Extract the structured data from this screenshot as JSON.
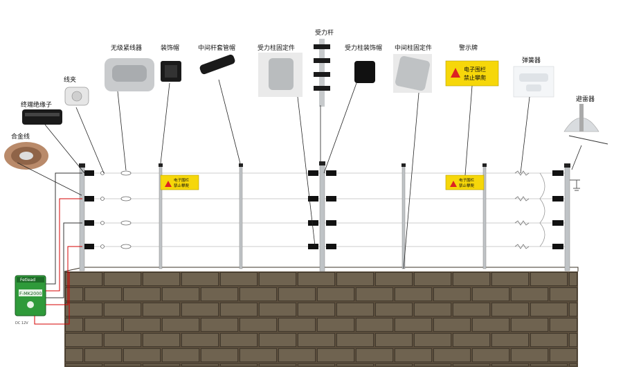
{
  "labels": {
    "alloy_wire": "合金线",
    "terminal_insulator": "终端绝缘子",
    "wire_clamp": "线夹",
    "tensioner": "无级紧线器",
    "decor_cap": "装饰帽",
    "mid_bushing": "中间杆套管帽",
    "bearing_fitting": "受力柱固定件",
    "bearing_pole": "受力杆",
    "bearing_cap": "受力柱装饰帽",
    "mid_fitting": "中间柱固定件",
    "warning_sign": "警示牌",
    "spring": "弹簧器",
    "lightning": "避雷器"
  },
  "sign": {
    "line1": "电子围栏",
    "line2": "禁止攀爬"
  },
  "controller": {
    "brand": "Fetlead",
    "model": "F-MK2000",
    "foot": "DC 12V"
  },
  "colors": {
    "wall": "#5a4d3c",
    "brick": "#6f6350",
    "mortar": "#2e271e",
    "post": "#bfc3c6",
    "wire": "#d6d6d6",
    "hv_wire": "#d40000",
    "sign": "#f6d70a",
    "controller": "#2f9a3a"
  }
}
